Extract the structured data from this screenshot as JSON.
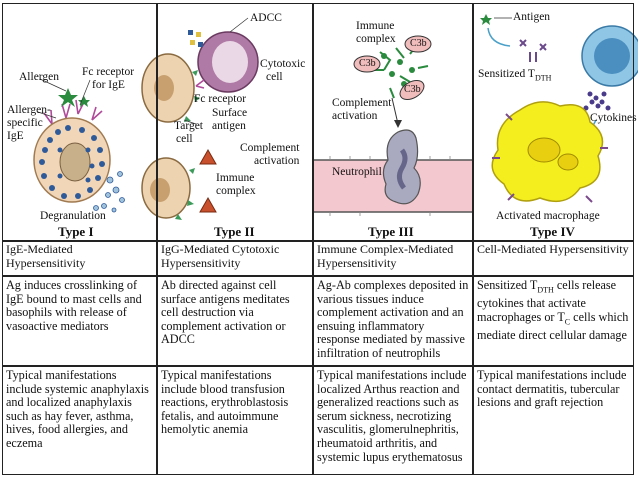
{
  "panels": [
    {
      "type_label": "Type I",
      "labels": {
        "allergen": "Allergen",
        "fc_receptor_line1": "Fc receptor",
        "fc_receptor_line2": "for IgE",
        "allergen_specific_line1": "Allergen-",
        "allergen_specific_line2": "specific",
        "allergen_specific_line3": "IgE",
        "degranulation": "Degranulation"
      },
      "name": "IgE-Mediated Hypersensitivity",
      "mechanism": "Ag induces crosslinking of IgE bound to mast cells and basophils with release of vasoactive mediators",
      "manifestations": "Typical manifestations include systemic anaphylaxis and localized anaphylaxis such as hay fever, asthma, hives, food allergies, and eczema"
    },
    {
      "type_label": "Type II",
      "labels": {
        "adcc": "ADCC",
        "cytotoxic_line1": "Cytotoxic",
        "cytotoxic_line2": "cell",
        "fc_receptor": "Fc receptor",
        "surface_antigen_line1": "Surface",
        "surface_antigen_line2": "antigen",
        "target_cell_line1": "Target",
        "target_cell_line2": "cell",
        "complement_activation_line1": "Complement",
        "complement_activation_line2": "activation",
        "immune_complex_line1": "Immune",
        "immune_complex_line2": "complex"
      },
      "name": "IgG-Mediated Cytotoxic Hypersensitivity",
      "mechanism": "Ab directed against cell surface antigens meditates cell destruction via complement activation or ADCC",
      "manifestations": "Typical manifestations include blood transfusion reactions, erythroblastosis fetalis, and autoimmune hemolytic anemia"
    },
    {
      "type_label": "Type III",
      "labels": {
        "immune_complex_line1": "Immune",
        "immune_complex_line2": "complex",
        "c3b": "C3b",
        "complement_activation_line1": "Complement",
        "complement_activation_line2": "activation",
        "neutrophil": "Neutrophil"
      },
      "name": "Immune Complex-Mediated Hypersensitivity",
      "mechanism": "Ag-Ab complexes deposited in various tissues induce complement activation and an ensuing inflammatory response mediated by massive infiltration of neutrophils",
      "manifestations": "Typical manifestations include localized Arthus reaction and generalized reactions such as serum sickness, necrotizing vasculitis, glomerulnephritis, rheumatoid arthritis, and systemic lupus erythematosus"
    },
    {
      "type_label": "Type IV",
      "labels": {
        "antigen": "Antigen",
        "sensitized": "Sensitized T",
        "sensitized_sub": "DTH",
        "cytokines": "Cytokines",
        "activated_macrophage": "Activated macrophage"
      },
      "name": "Cell-Mediated Hypersensitivity",
      "mechanism_pre": "Sensitized T",
      "mechanism_sub1": "DTH",
      "mechanism_mid": " cells release cytokines that activate macrophages or T",
      "mechanism_sub2": "C",
      "mechanism_post": " cells which mediate direct cellular damage",
      "manifestations": "Typical manifestations include contact dermatitis, tubercular lesions and graft rejection"
    }
  ],
  "colors": {
    "mast_cell": "#f2d6b8",
    "granule": "#2f5a9a",
    "cytotoxic_cell": "#b07aa6",
    "target_cell": "#eed3b0",
    "complement_triangle": "#c8502c",
    "vessel": "#f4c8cf",
    "neutrophil": "#a9a9bf",
    "macrophage": "#f4ee1f",
    "antigen_star": "#2a8a3e",
    "c3b_oval": "#f1bcbc"
  }
}
